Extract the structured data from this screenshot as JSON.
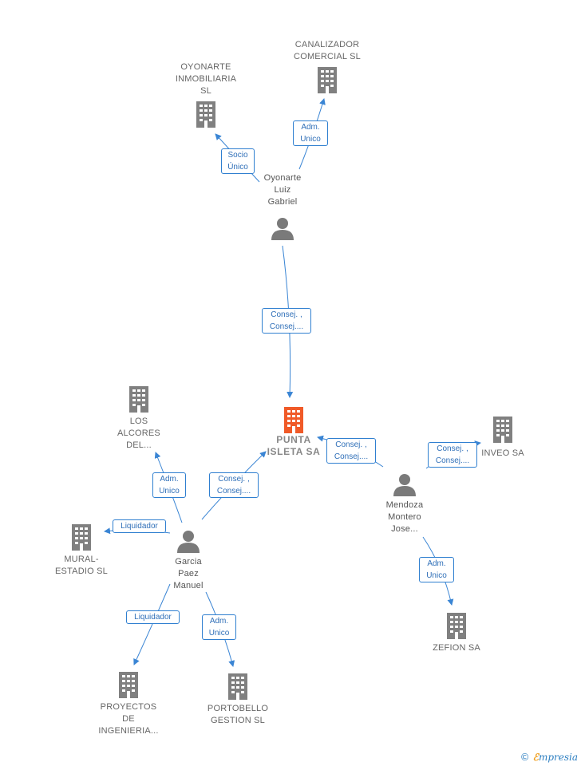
{
  "colors": {
    "edge": "#3a85d4",
    "building": "#808080",
    "building_main": "#f05a28",
    "person": "#7a7a7a"
  },
  "nodes": {
    "punta_isleta": "PUNTA\nISLETA SA",
    "oyonarte_inmobiliaria": "OYONARTE\nINMOBILIARIA\nSL",
    "canalizador": "CANALIZADOR\nCOMERCIAL SL",
    "oyonarte_person": "Oyonarte\nLuiz\nGabriel",
    "los_alcores": "LOS\nALCORES\nDEL...",
    "inveo": "INVEO SA",
    "mural_estadio": "MURAL-\nESTADIO SL",
    "garcia_person": "Garcia\nPaez\nManuel",
    "mendoza_person": "Mendoza\nMontero\nJose...",
    "zefion": "ZEFION SA",
    "proyectos": "PROYECTOS\nDE\nINGENIERIA...",
    "portobello": "PORTOBELLO\nGESTION SL"
  },
  "edges": {
    "socio_unico": "Socio\nÚnico",
    "adm_unico_canalizador": "Adm.\nUnico",
    "consej_oyonarte": "Consej. ,\nConsej....",
    "adm_unico_alcores": "Adm.\nUnico",
    "consej_garcia": "Consej. ,\nConsej....",
    "consej_mendoza": "Consej. ,\nConsej....",
    "consej_inveo": "Consej. ,\nConsej....",
    "liquidador_mural": "Liquidador",
    "liquidador_proyectos": "Liquidador",
    "adm_unico_portobello": "Adm.\nUnico",
    "adm_unico_zefion": "Adm.\nUnico"
  },
  "footer": {
    "copyright_symbol": "©",
    "brand_first_letter": "ℰ",
    "brand_rest": "mpresia"
  }
}
